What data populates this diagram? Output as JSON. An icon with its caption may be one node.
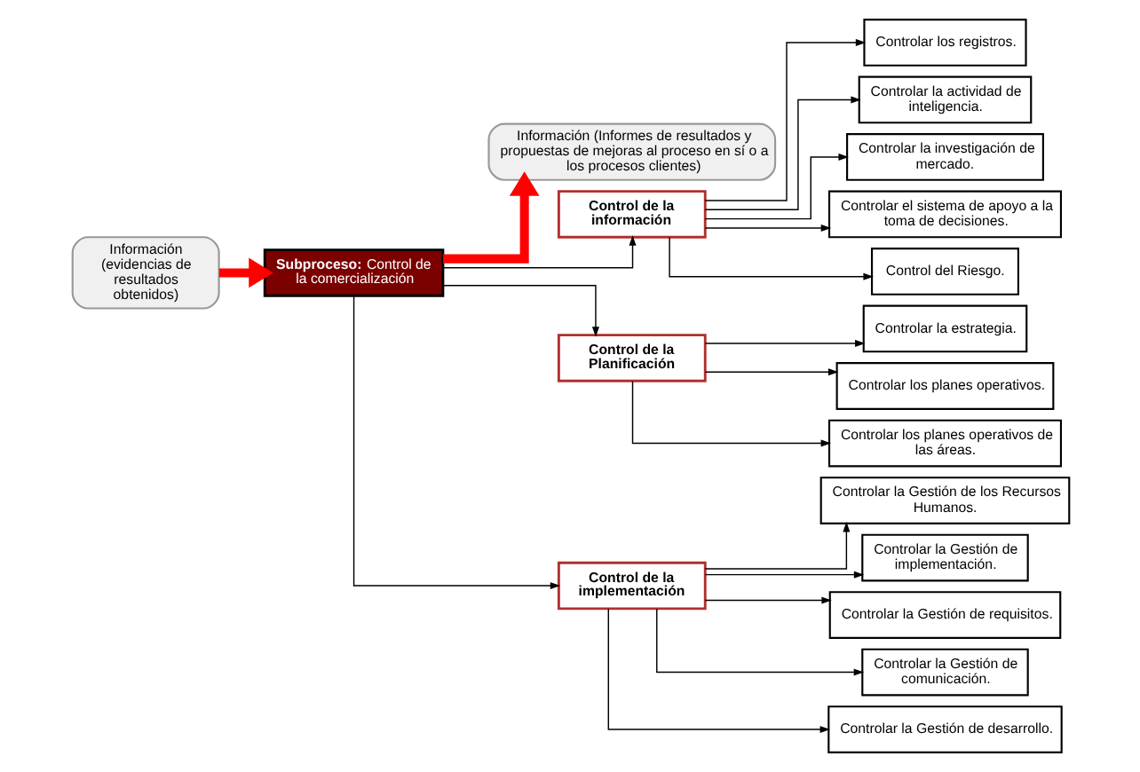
{
  "diagram": {
    "nodes": [
      {
        "text": [
          "Información (evidencias de resultados obtenidos)"
        ]
      },
      {
        "text": [
          "**Subproceso:** Control de la comercialización"
        ]
      },
      {
        "text": [
          "Información (Informes de resultados y propuestas de mejoras al proceso en sí o a los procesos clientes)"
        ]
      },
      {
        "text": [
          "Control de la información"
        ]
      },
      {
        "text": [
          "Control de la Planificación"
        ]
      },
      {
        "text": [
          "Control de la implementación"
        ]
      },
      {
        "text": [
          "Controlar los registros."
        ]
      },
      {
        "text": [
          "Controlar la actividad de inteligencia."
        ]
      },
      {
        "text": [
          "Controlar la investigación de mercado."
        ]
      },
      {
        "text": [
          "Controlar el sistema de apoyo a la toma de decisiones."
        ]
      },
      {
        "text": [
          "Control del Riesgo."
        ]
      },
      {
        "text": [
          "Controlar la estrategia."
        ]
      },
      {
        "text": [
          "Controlar los planes operativos."
        ]
      },
      {
        "text": [
          "Controlar los planes operativos de las áreas."
        ]
      },
      {
        "text": [
          "Controlar la Gestión de los Recursos Humanos."
        ]
      },
      {
        "text": [
          "Controlar la Gestión de implementación."
        ]
      },
      {
        "text": [
          "Controlar la Gestión de requisitos."
        ]
      },
      {
        "text": [
          "Controlar la Gestión de comunicación."
        ]
      },
      {
        "text": [
          "Controlar la Gestión de desarrollo."
        ]
      }
    ],
    "edges": [
      {
        "from": 0,
        "to": 1,
        "arrow": "to",
        "style": "thick",
        "color": "#ff0000"
      },
      {
        "from": 1,
        "to": 2,
        "arrow": "to",
        "style": "thick",
        "color": "#ff0000"
      },
      {
        "from": 1,
        "to": 3,
        "arrow": "to"
      },
      {
        "from": 1,
        "to": 4,
        "arrow": "to"
      },
      {
        "from": 1,
        "to": 5,
        "arrow": "to"
      },
      {
        "from": 3,
        "to": 6,
        "arrow": "to"
      },
      {
        "from": 3,
        "to": 7,
        "arrow": "to"
      },
      {
        "from": 3,
        "to": 8,
        "arrow": "to"
      },
      {
        "from": 3,
        "to": 9,
        "arrow": "to"
      },
      {
        "from": 3,
        "to": 10,
        "arrow": "to"
      },
      {
        "from": 4,
        "to": 11,
        "arrow": "to"
      },
      {
        "from": 4,
        "to": 12,
        "arrow": "to"
      },
      {
        "from": 4,
        "to": 13,
        "arrow": "to"
      },
      {
        "from": 5,
        "to": 14,
        "arrow": "to"
      },
      {
        "from": 5,
        "to": 15,
        "arrow": "to"
      },
      {
        "from": 5,
        "to": 16,
        "arrow": "to"
      },
      {
        "from": 5,
        "to": 17,
        "arrow": "to"
      },
      {
        "from": 5,
        "to": 18,
        "arrow": "to"
      }
    ]
  }
}
